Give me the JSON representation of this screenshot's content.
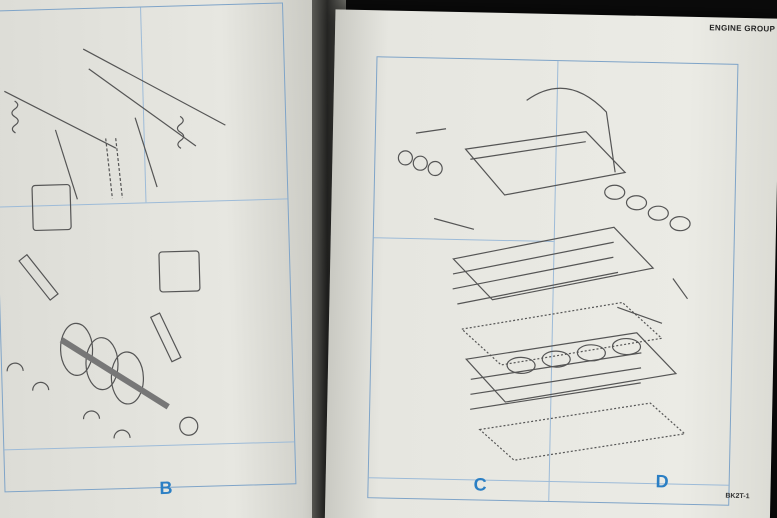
{
  "header": {
    "title": "ENGINE GROUP"
  },
  "sections": {
    "left": "B",
    "center": "C",
    "right": "D"
  },
  "footer": {
    "page_code": "BK2T-1"
  },
  "colors": {
    "frame_blue": "#7fa4c8",
    "label_blue": "#2b7fc4",
    "paper": "#e6e6e0",
    "ink": "#444444"
  }
}
